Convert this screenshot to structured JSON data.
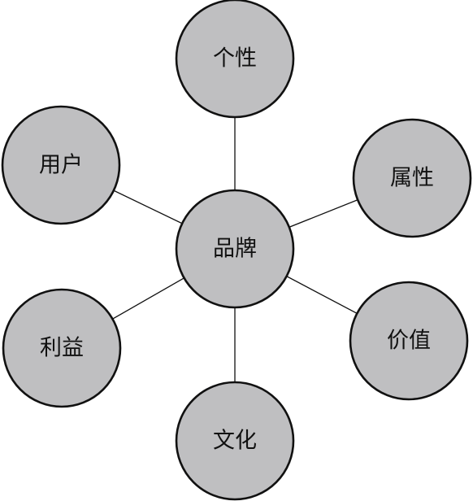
{
  "diagram": {
    "center": {
      "id": "brand",
      "label": "品牌"
    },
    "nodes": [
      {
        "id": "personality",
        "label": "个性"
      },
      {
        "id": "attribute",
        "label": "属性"
      },
      {
        "id": "value",
        "label": "价值"
      },
      {
        "id": "culture",
        "label": "文化"
      },
      {
        "id": "benefit",
        "label": "利益"
      },
      {
        "id": "user",
        "label": "用户"
      }
    ],
    "colors": {
      "node_fill": "#bfbfc1",
      "stroke": "#111111",
      "background": "#ffffff"
    }
  }
}
